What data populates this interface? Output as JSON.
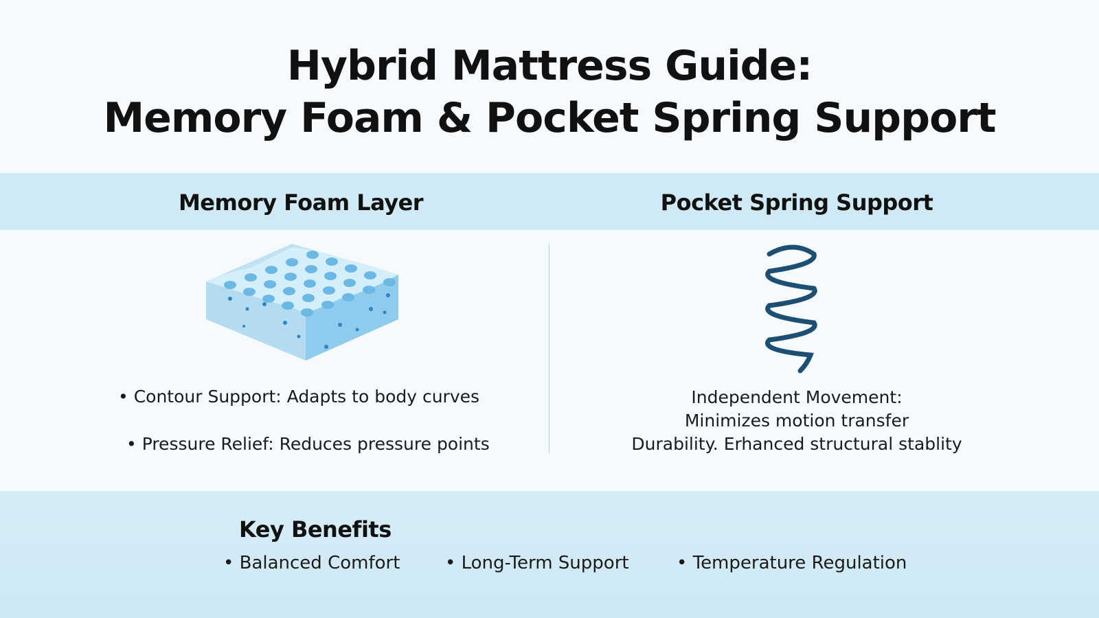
{
  "title": {
    "line1": "Hybrid Mattress Guide:",
    "line2": "Memory Foam & Pocket Spring Support"
  },
  "left": {
    "heading": "Memory Foam Layer",
    "bullets": [
      "• Contour Support: Adapts to body curves",
      "• Pressure Relief: Reduces pressure points"
    ]
  },
  "right": {
    "heading": "Pocket Spring Support",
    "lines": [
      "Independent Movement:",
      "Minimizes motion transfer",
      "Durability. Erhanced structural stablity"
    ]
  },
  "footer": {
    "heading": "Key Benefits",
    "items": [
      "• Balanced Comfort",
      "• Long-Term Support",
      "• Temperature Regulation"
    ]
  },
  "colors": {
    "band": "#cfeaf5",
    "foam": "#a9d8f0",
    "spring": "#1d4f73"
  }
}
